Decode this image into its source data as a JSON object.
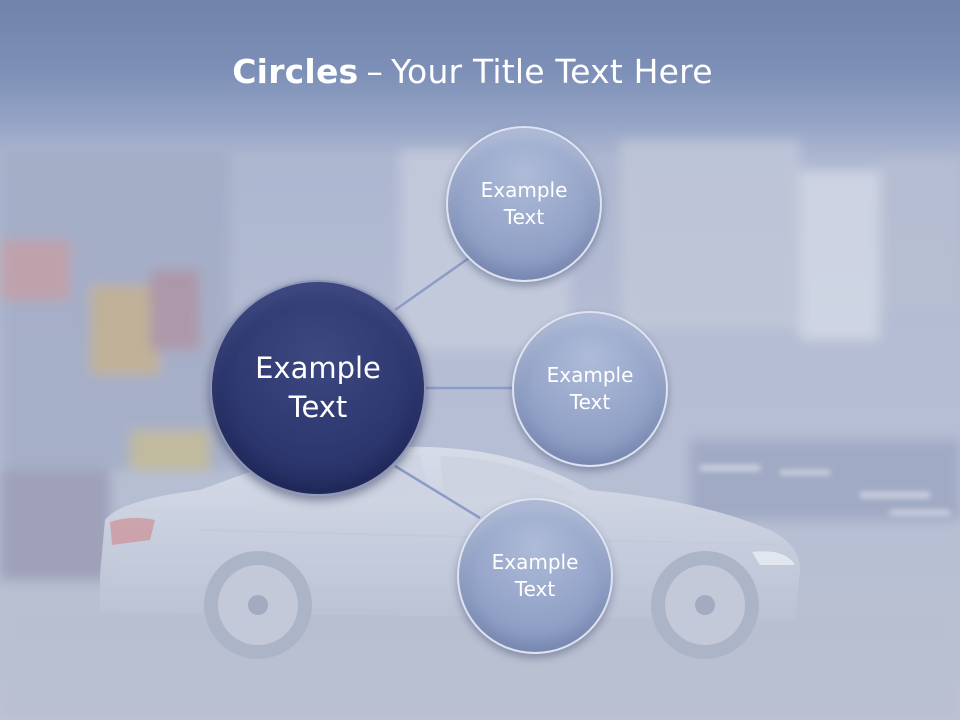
{
  "slide": {
    "title_bold": "Circles",
    "title_separator": "–",
    "title_rest": "Your Title Text Here"
  },
  "diagram": {
    "center": {
      "label": "Example\nText"
    },
    "nodes": [
      {
        "label": "Example\nText"
      },
      {
        "label": "Example\nText"
      },
      {
        "label": "Example\nText"
      }
    ]
  },
  "colors": {
    "center_fill": "#2e3870",
    "node_fill": "#93a3c8",
    "connector": "#8c9cc6",
    "title_text": "#ffffff"
  }
}
